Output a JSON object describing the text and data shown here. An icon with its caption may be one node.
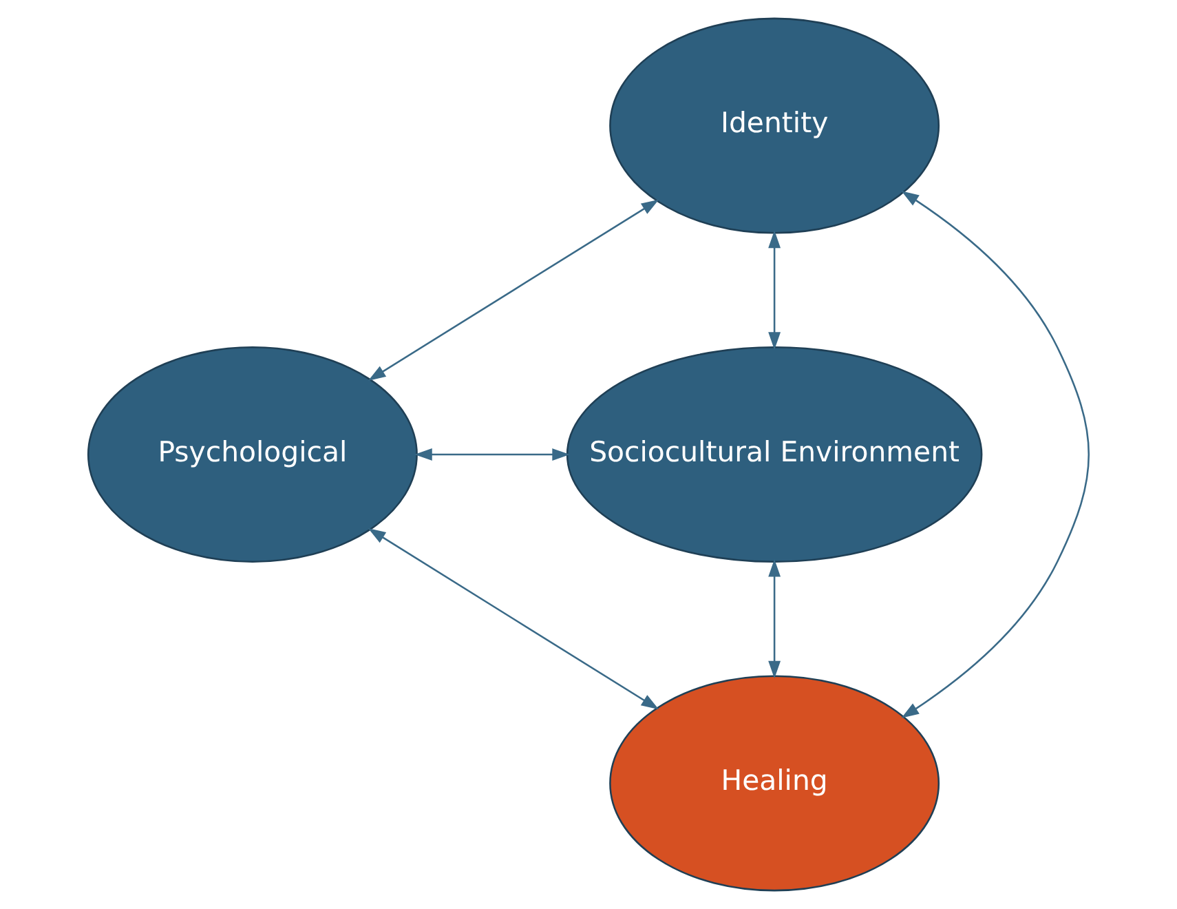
{
  "diagram": {
    "nodes": [
      {
        "text": [
          "Identity"
        ]
      },
      {
        "text": [
          "Psychological"
        ]
      },
      {
        "text": [
          "Sociocultural Environment"
        ]
      },
      {
        "text": [
          "Healing"
        ]
      }
    ],
    "edges": [
      {
        "from": 0,
        "to": 1,
        "arrow": "both"
      },
      {
        "from": 0,
        "to": 2,
        "arrow": "both"
      },
      {
        "from": 1,
        "to": 2,
        "arrow": "both"
      },
      {
        "from": 0,
        "to": 3,
        "arrow": "both"
      },
      {
        "from": 1,
        "to": 3,
        "arrow": "both"
      },
      {
        "from": 2,
        "to": 3,
        "arrow": "both"
      }
    ]
  }
}
